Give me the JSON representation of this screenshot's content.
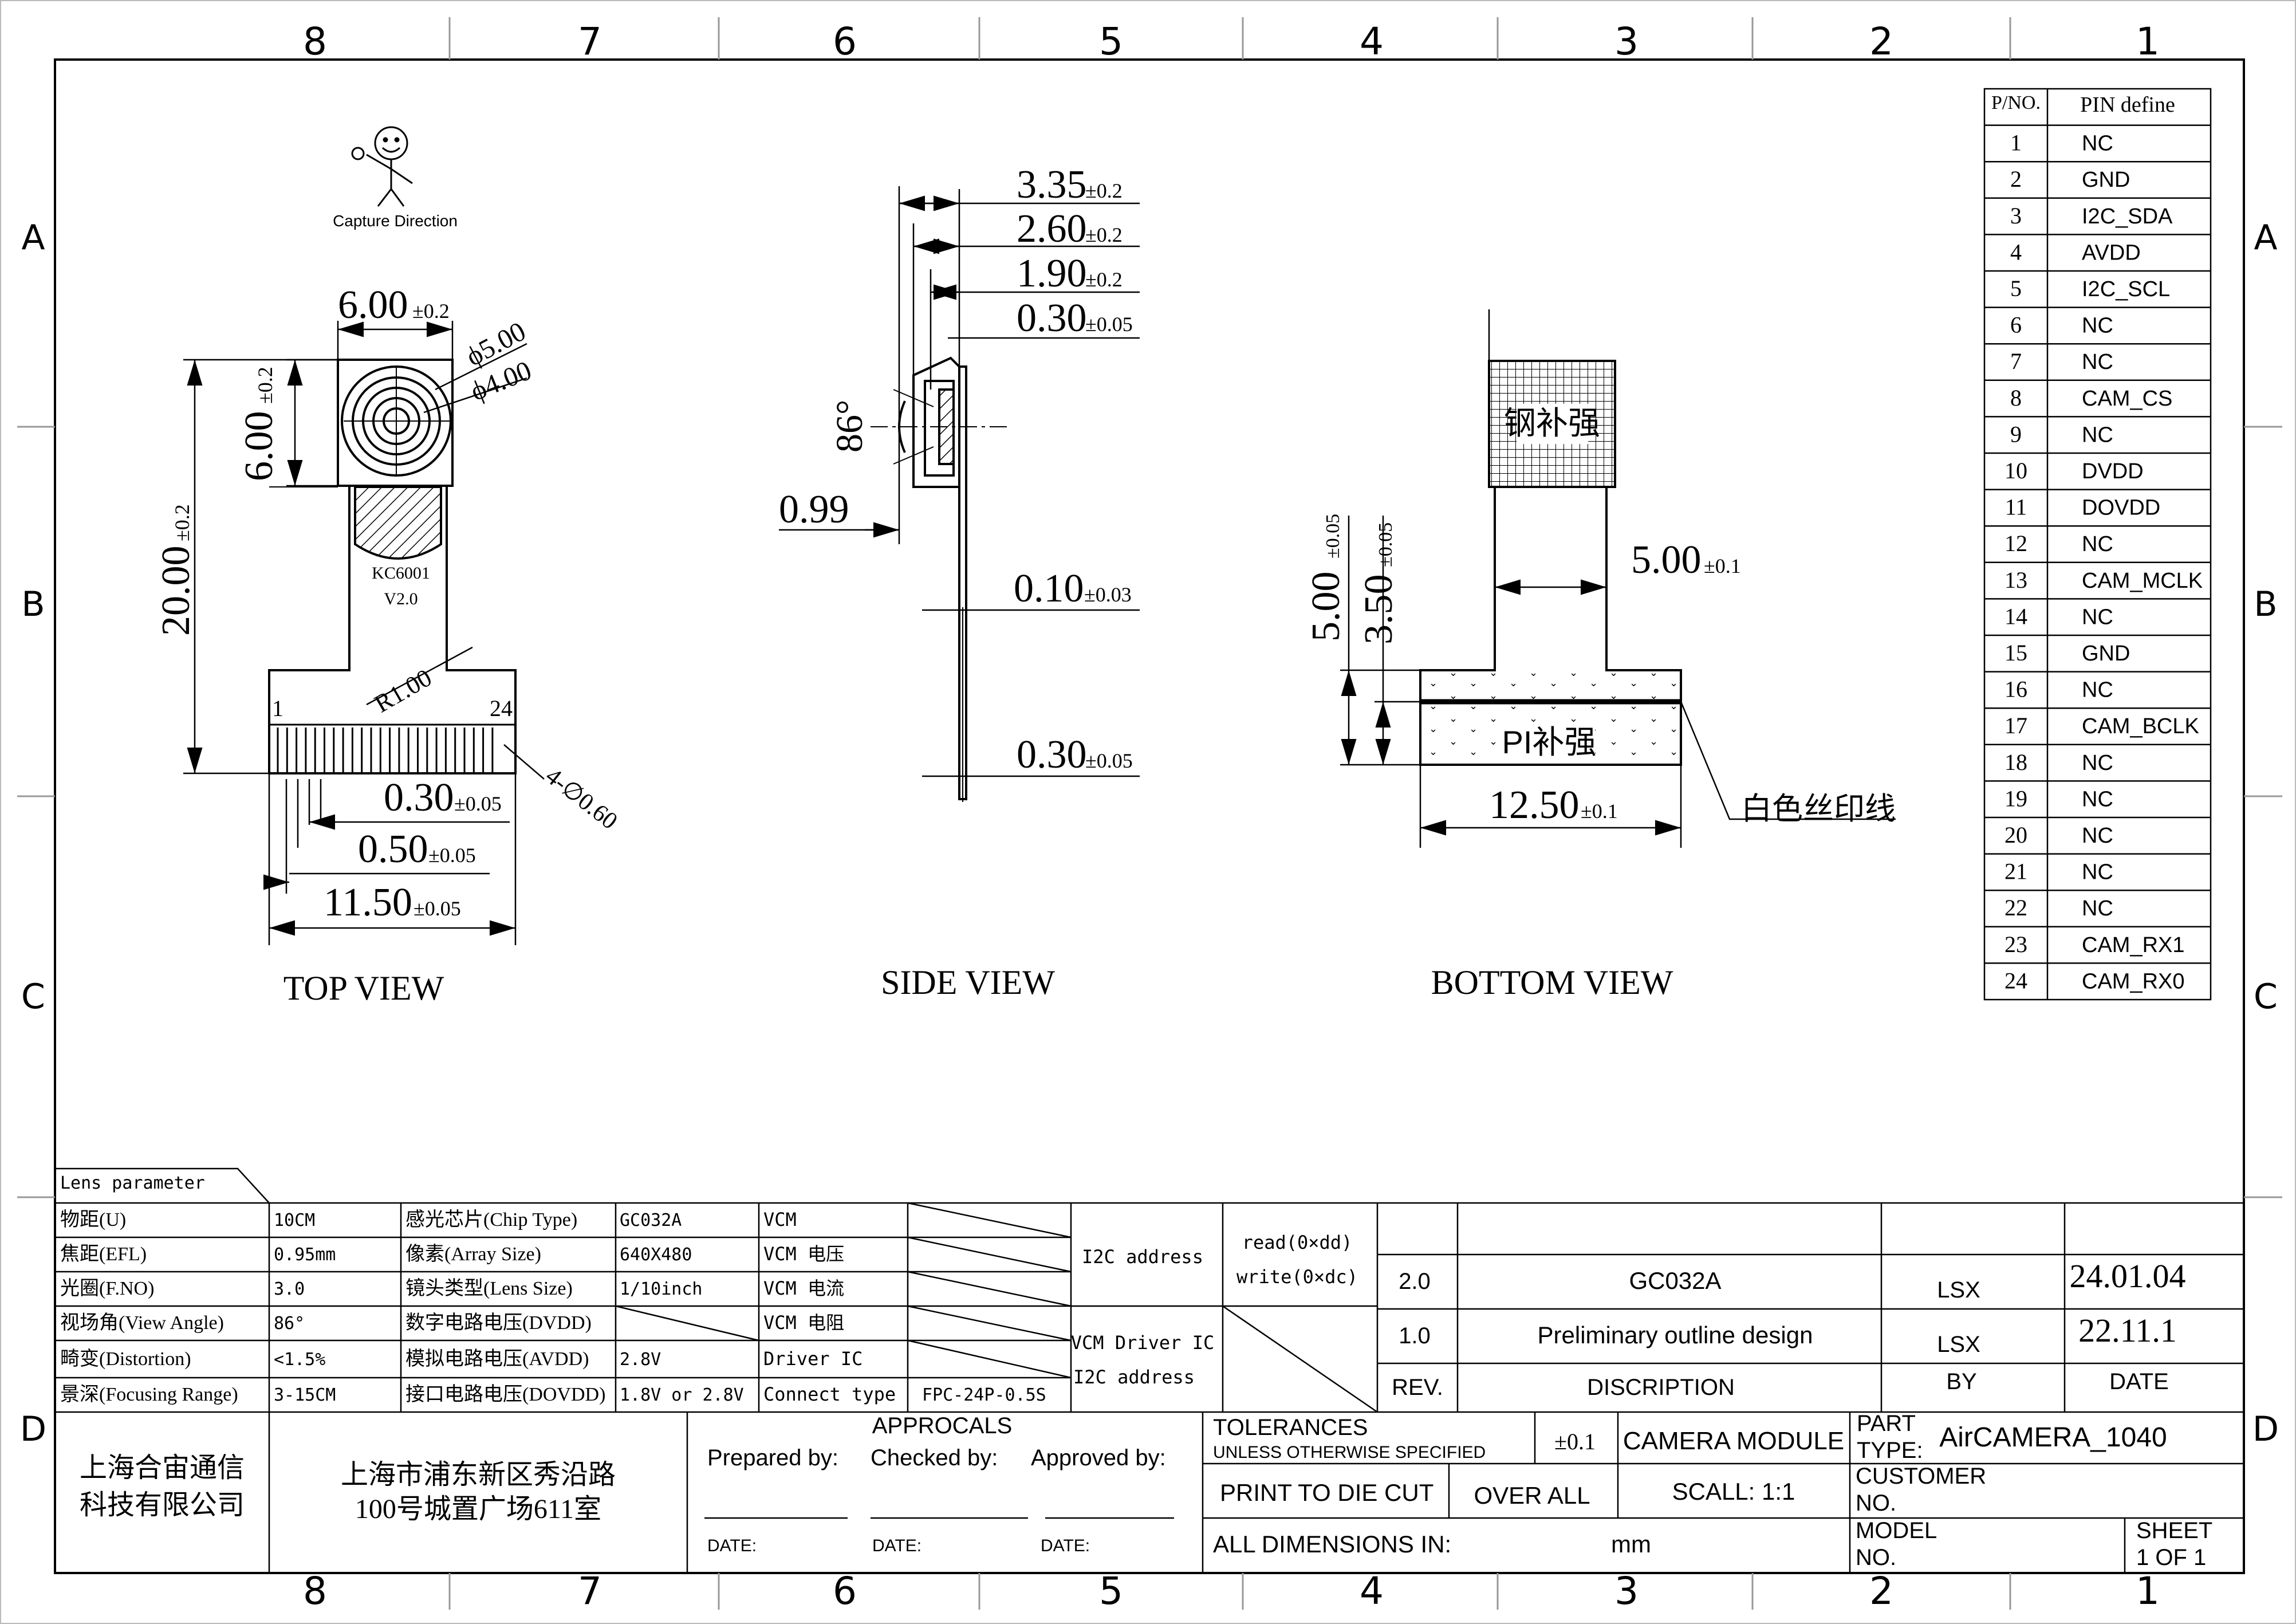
{
  "border": {
    "columns": [
      "8",
      "7",
      "6",
      "5",
      "4",
      "3",
      "2",
      "1"
    ],
    "rows": [
      "A",
      "B",
      "C",
      "D"
    ]
  },
  "capture_direction": "Capture Direction",
  "top_view": {
    "title": "TOP VIEW",
    "dims": {
      "width": "6.00",
      "width_tol": "±0.2",
      "height": "6.00",
      "height_tol": "±0.2",
      "lens_outer": "ϕ5.00",
      "lens_inner": "ϕ4.00",
      "total": "20.00",
      "total_tol": "±0.2",
      "radius": "R1.00",
      "holes": "4-∅0.60",
      "pad_w": "0.30",
      "pad_w_tol": "±0.05",
      "pitch": "0.50",
      "pitch_tol": "±0.05",
      "span": "11.50",
      "span_tol": "±0.05"
    },
    "model_line1": "KC6001",
    "model_line2": "V2.0",
    "pin_first": "1",
    "pin_last": "24"
  },
  "side_view": {
    "title": "SIDE VIEW",
    "dims": {
      "d1": "3.35",
      "d1_tol": "±0.2",
      "d2": "2.60",
      "d2_tol": "±0.2",
      "d3": "1.90",
      "d3_tol": "±0.2",
      "d4": "0.30",
      "d4_tol": "±0.05",
      "angle": "86°",
      "d5": "0.99",
      "d6": "0.10",
      "d6_tol": "±0.03",
      "d7": "0.30",
      "d7_tol": "±0.05"
    }
  },
  "bottom_view": {
    "title": "BOTTOM VIEW",
    "steel": "钢补强",
    "pi": "PI补强",
    "silk": "白色丝印线",
    "dims": {
      "h1": "5.00",
      "h1_tol": "±0.05",
      "h2": "3.50",
      "h2_tol": "±0.05",
      "neck": "5.00",
      "neck_tol": "±0.1",
      "width": "12.50",
      "width_tol": "±0.1"
    }
  },
  "pin_table": {
    "headers": [
      "P/NO.",
      "PIN define"
    ],
    "rows": [
      [
        "1",
        "NC"
      ],
      [
        "2",
        "GND"
      ],
      [
        "3",
        "I2C_SDA"
      ],
      [
        "4",
        "AVDD"
      ],
      [
        "5",
        "I2C_SCL"
      ],
      [
        "6",
        "NC"
      ],
      [
        "7",
        "NC"
      ],
      [
        "8",
        "CAM_CS"
      ],
      [
        "9",
        "NC"
      ],
      [
        "10",
        "DVDD"
      ],
      [
        "11",
        "DOVDD"
      ],
      [
        "12",
        "NC"
      ],
      [
        "13",
        "CAM_MCLK"
      ],
      [
        "14",
        "NC"
      ],
      [
        "15",
        "GND"
      ],
      [
        "16",
        "NC"
      ],
      [
        "17",
        "CAM_BCLK"
      ],
      [
        "18",
        "NC"
      ],
      [
        "19",
        "NC"
      ],
      [
        "20",
        "NC"
      ],
      [
        "21",
        "NC"
      ],
      [
        "22",
        "NC"
      ],
      [
        "23",
        "CAM_RX1"
      ],
      [
        "24",
        "CAM_RX0"
      ]
    ]
  },
  "lens_table": {
    "title": "Lens parameter",
    "rows": [
      [
        "物距(U)",
        "10CM",
        "感光芯片(Chip Type)",
        "GC032A",
        "VCM",
        ""
      ],
      [
        "焦距(EFL)",
        "0.95mm",
        "像素(Array Size)",
        "640X480",
        "VCM 电压",
        ""
      ],
      [
        "光圈(F.NO)",
        "3.0",
        "镜头类型(Lens Size)",
        "1/10inch",
        "VCM 电流",
        ""
      ],
      [
        "视场角(View Angle)",
        "86°",
        "数字电路电压(DVDD)",
        "",
        "VCM 电阻",
        ""
      ],
      [
        "畸变(Distortion)",
        "<1.5%",
        "模拟电路电压(AVDD)",
        "2.8V",
        "Driver IC",
        ""
      ],
      [
        "景深(Focusing Range)",
        "3-15CM",
        "接口电路电压(DOVDD)",
        "1.8V or 2.8V",
        "Connect type",
        "FPC-24P-0.5S"
      ]
    ]
  },
  "i2c": {
    "label": "I2C address",
    "read": "read(0×dd)",
    "write": "write(0×dc)",
    "driver_label1": "VCM Driver IC",
    "driver_label2": "I2C address"
  },
  "revisions": {
    "rows": [
      [
        "2.0",
        "GC032A",
        "LSX",
        "24.01.04"
      ],
      [
        "1.0",
        "Preliminary outline design",
        "LSX",
        "22.11.1"
      ]
    ],
    "header": [
      "REV.",
      "DISCRIPTION",
      "BY",
      "DATE"
    ]
  },
  "title_block": {
    "company": [
      "上海合宙通信",
      "科技有限公司"
    ],
    "address": [
      "上海市浦东新区秀沿路",
      "100号城置广场611室"
    ],
    "approvals": "APPROCALS",
    "prepared": "Prepared by:",
    "checked": "Checked by:",
    "approved": "Approved by:",
    "date": "DATE:",
    "tolerances": "TOLERANCES",
    "unless": "UNLESS OTHERWISE SPECIFIED",
    "tol_value": "±0.1",
    "print": "PRINT TO DIE CUT",
    "over_all": "OVER ALL",
    "scale": "SCALL:  1:1",
    "all_dims": "ALL DIMENSIONS IN:",
    "unit": "mm",
    "camera_module": "CAMERA MODULE",
    "part_type_1": "PART",
    "part_type_2": "TYPE:",
    "part_value": "AirCAMERA_1040",
    "customer_1": "CUSTOMER",
    "customer_2": "NO.",
    "model_1": "MODEL",
    "model_2": "NO.",
    "sheet_1": "SHEET",
    "sheet_2": "1 OF 1"
  }
}
